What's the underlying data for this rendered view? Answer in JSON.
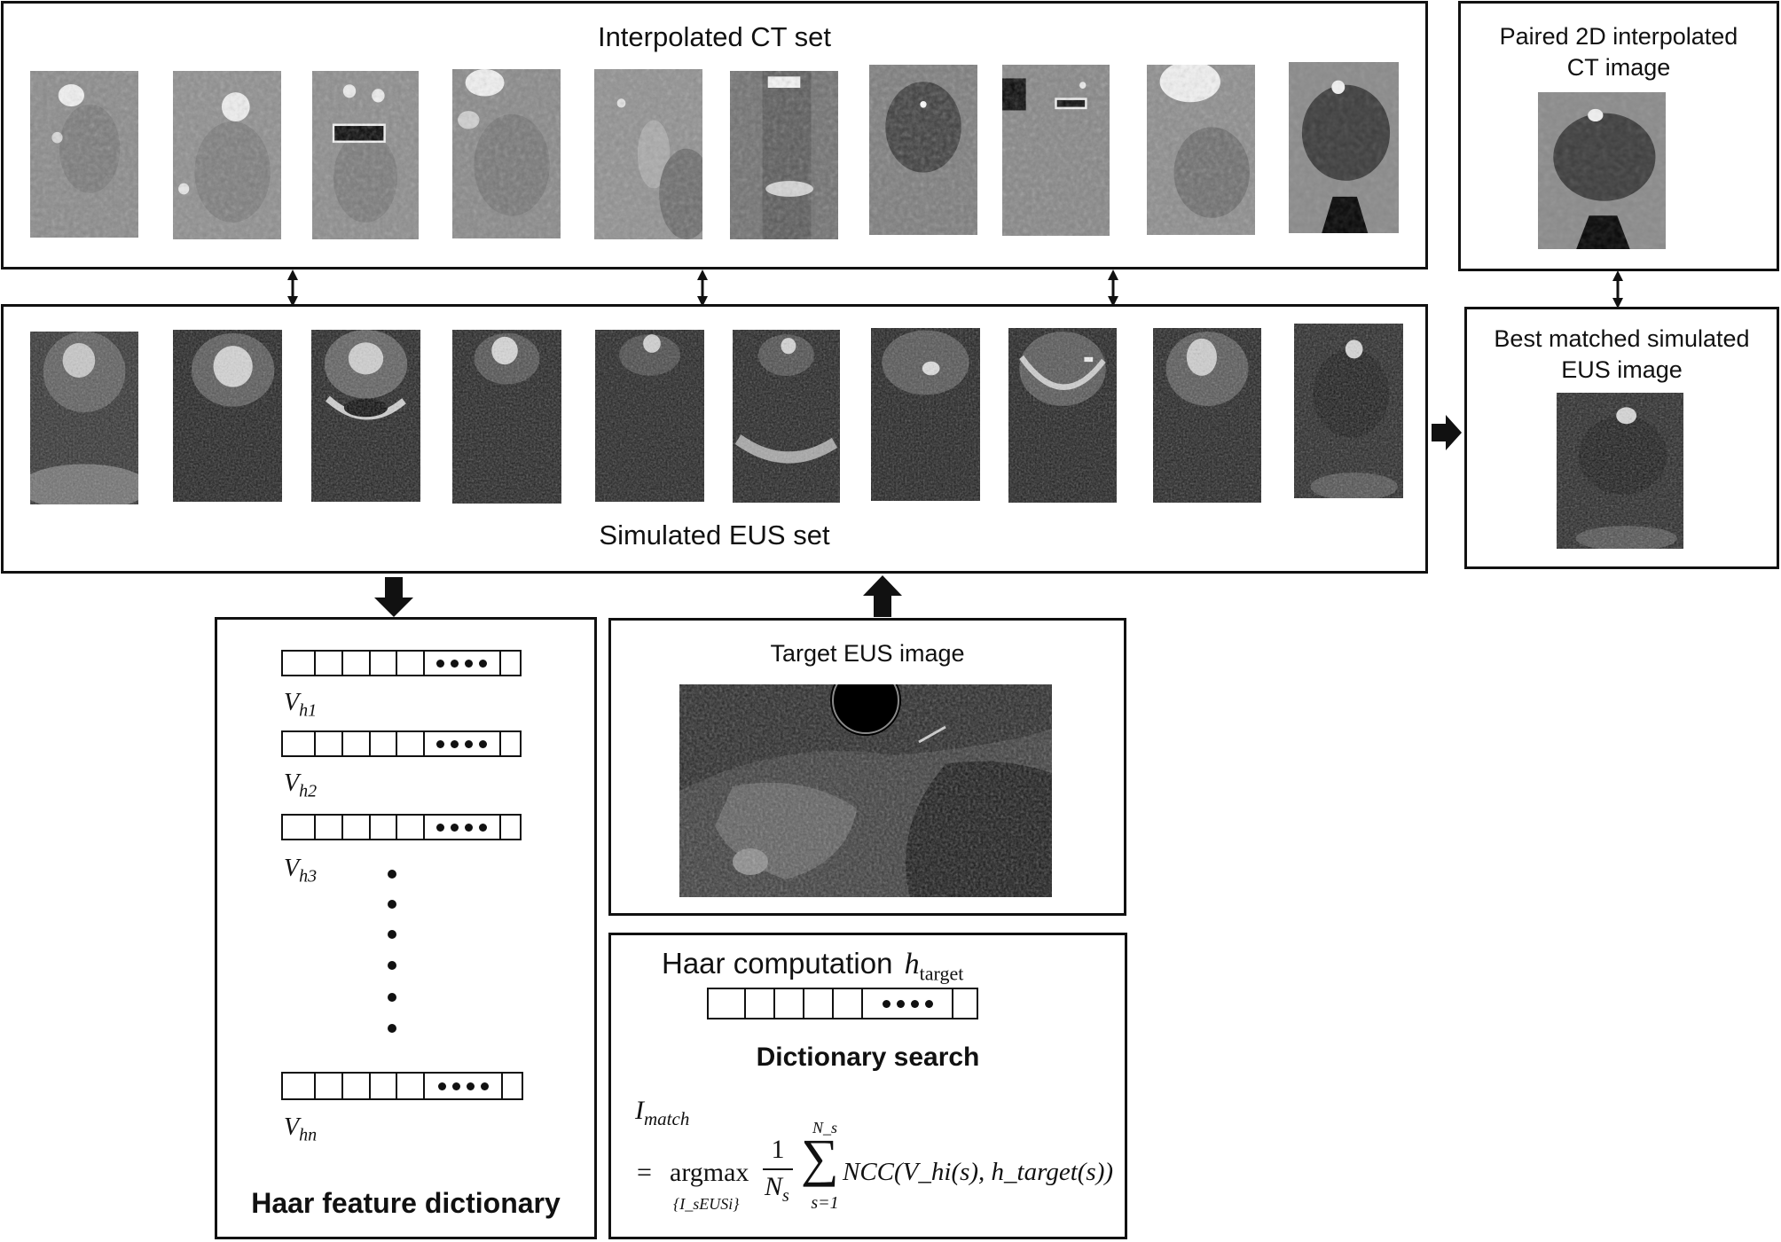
{
  "ct_set": {
    "title": "Interpolated CT set"
  },
  "eus_set": {
    "title": "Simulated EUS set"
  },
  "paired_ct": {
    "title_line1": "Paired 2D interpolated",
    "title_line2": "CT image"
  },
  "best_match": {
    "title_line1": "Best matched simulated",
    "title_line2": "EUS image"
  },
  "target_eus": {
    "title": "Target EUS image"
  },
  "haar_dictionary": {
    "title": "Haar feature dictionary",
    "vectors": [
      {
        "base": "V",
        "sub": "h1"
      },
      {
        "base": "V",
        "sub": "h2"
      },
      {
        "base": "V",
        "sub": "h3"
      },
      {
        "base": "V",
        "sub": "hn"
      }
    ]
  },
  "search": {
    "haar_label": "Haar computation",
    "h_base": "h",
    "h_sub": "target",
    "dictionary_search": "Dictionary search",
    "formula": {
      "lhs_base": "I",
      "lhs_sub": "match",
      "equals": "=",
      "argmax": "argmax",
      "argmax_sub": "{I_sEUSi}",
      "frac_num": "1",
      "frac_den_base": "N",
      "frac_den_sub": "s",
      "sum_upper": "N_s",
      "sum_lower": "s=1",
      "term": "NCC(V_hi(s), h_target(s))"
    }
  }
}
